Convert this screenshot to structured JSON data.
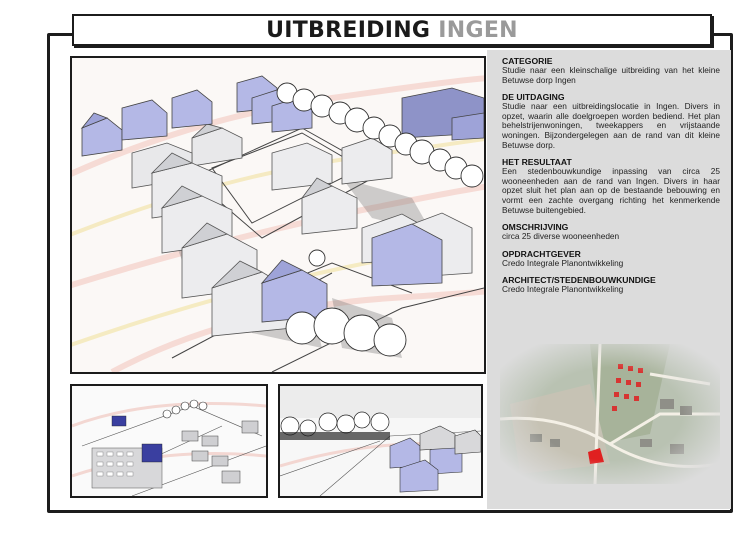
{
  "header": {
    "title_part1": "UITBREIDING",
    "title_part2": "INGEN"
  },
  "sections": [
    {
      "heading": "CATEGORIE",
      "body": "Studie naar een kleinschalige uitbreiding van het kleine Betuwse dorp Ingen"
    },
    {
      "heading": "DE UITDAGING",
      "body": "Studie naar een uitbreidingslocatie in Ingen. Divers in opzet, waarin alle doelgroepen worden bediend. Het plan behelstrijenwoningen, tweekappers en vrijstaande woningen. Bijzondergelegen aan de rand van dit kleine Betuwse dorp."
    },
    {
      "heading": "HET RESULTAAT",
      "body": "Een stedenbouwkundige inpassing van circa 25 wooneenheden aan de rand van Ingen. Divers in haar opzet sluit het plan aan op de bestaande bebouwing en vormt een zachte overgang richting het kenmerkende Betuwse buitengebied."
    },
    {
      "heading": "OMSCHRIJVING",
      "body": "circa 25 diverse wooneenheden"
    },
    {
      "heading": "OPDRACHTGEVER",
      "body": "Credo Integrale Planontwikkeling"
    },
    {
      "heading": "ARCHITECT/STEDENBOUWKUNDIGE",
      "body": "Credo Integrale Planontwikkeling"
    }
  ],
  "colors": {
    "frame": "#1c1c1c",
    "sidebar": "#dcdcdc",
    "house_blue": "#b4b8e6",
    "site_red": "#e02020",
    "title_grey": "#9a9a9a"
  }
}
